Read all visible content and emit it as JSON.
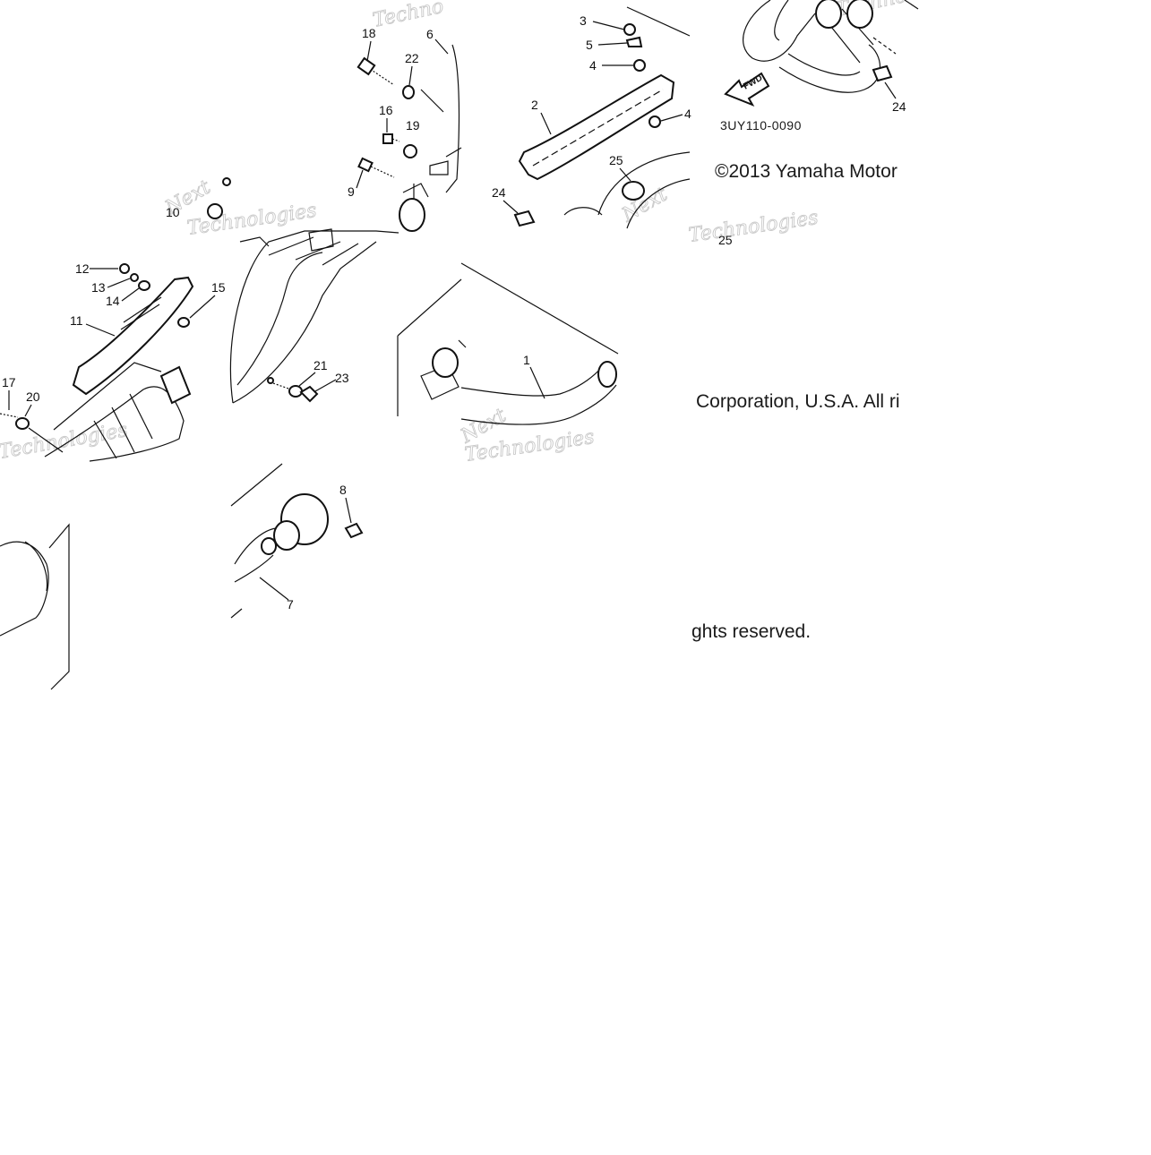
{
  "diagram": {
    "part_code": "3UY110-0090",
    "copyright_lines": [
      "©2013 Yamaha Motor",
      "Corporation, U.S.A. All ri",
      "ghts reserved."
    ],
    "fwd_label": "FWD",
    "watermarks": [
      "Techno",
      "Techno",
      "Next",
      "Technologies",
      "Next",
      "Technologies",
      "Technologies",
      "Next",
      "Technologies"
    ],
    "callouts": {
      "c1": "1",
      "c2": "2",
      "c3": "3",
      "c4a": "4",
      "c4b": "4",
      "c5": "5",
      "c6": "6",
      "c7": "7",
      "c8": "8",
      "c9": "9",
      "c10": "10",
      "c11": "11",
      "c12": "12",
      "c13": "13",
      "c14": "14",
      "c15": "15",
      "c16": "16",
      "c17": "17",
      "c18": "18",
      "c19": "19",
      "c20": "20",
      "c21": "21",
      "c22": "22",
      "c23": "23",
      "c24a": "24",
      "c24b": "24",
      "c25a": "25",
      "c25b": "25"
    }
  }
}
